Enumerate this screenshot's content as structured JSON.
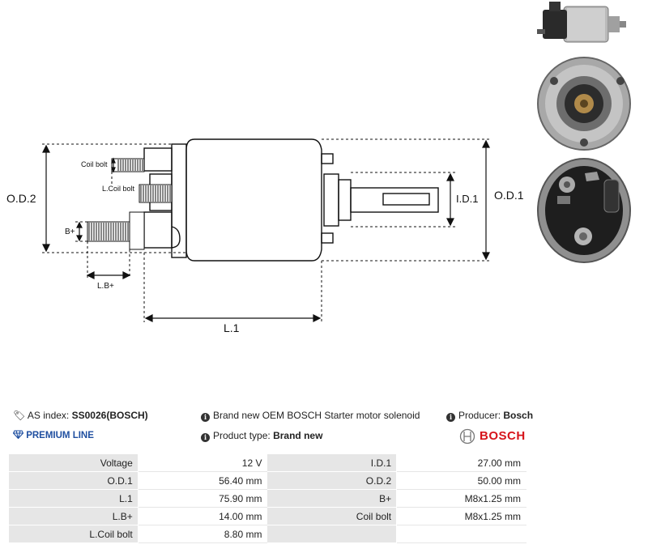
{
  "diagram": {
    "labels": {
      "od2": "O.D.2",
      "od1": "O.D.1",
      "id1": "I.D.1",
      "l1": "L.1",
      "bplus": "B+",
      "lbplus": "L.B+",
      "coil_bolt": "Coil bolt",
      "lcoil_bolt": "L.Coil bolt"
    }
  },
  "info": {
    "as_index_label": "AS index:",
    "as_index_value": "SS0026(BOSCH)",
    "premium": "PREMIUM LINE",
    "description": "Brand new OEM BOSCH Starter motor solenoid",
    "product_type_label": "Product type:",
    "product_type_value": "Brand new",
    "producer_label": "Producer:",
    "producer_value": "Bosch",
    "brand_logo_text": "BOSCH"
  },
  "specs": [
    [
      "Voltage",
      "12 V",
      "I.D.1",
      "27.00 mm"
    ],
    [
      "O.D.1",
      "56.40 mm",
      "O.D.2",
      "50.00 mm"
    ],
    [
      "L.1",
      "75.90 mm",
      "B+",
      "M8x1.25 mm"
    ],
    [
      "L.B+",
      "14.00 mm",
      "Coil bolt",
      "M8x1.25 mm"
    ],
    [
      "L.Coil bolt",
      "8.80 mm",
      "",
      ""
    ]
  ],
  "colors": {
    "accent": "#1f4fa0",
    "brand_red": "#d6141b",
    "cell_gray": "#e6e6e6"
  }
}
